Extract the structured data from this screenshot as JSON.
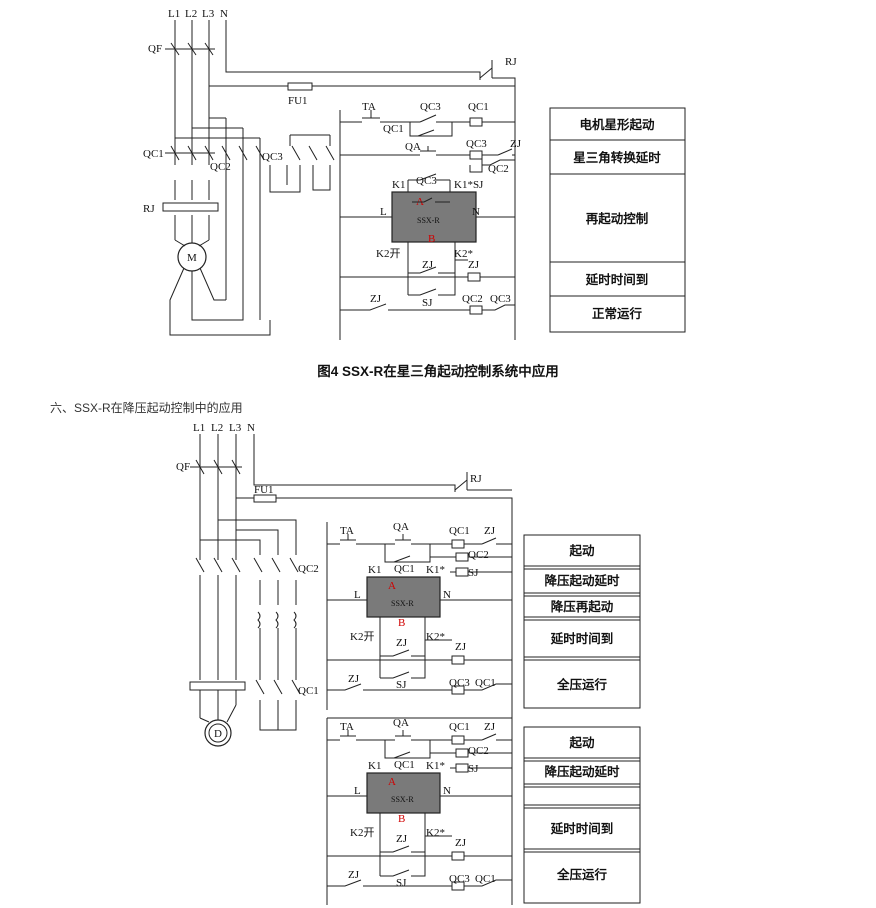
{
  "figure4": {
    "phase_labels": [
      "L1",
      "L2",
      "L3",
      "N"
    ],
    "labels": {
      "qf": "QF",
      "fu1": "FU1",
      "rj": "RJ",
      "ta": "TA",
      "qa": "QA",
      "qc1": "QC1",
      "qc2": "QC2",
      "qc3": "QC3",
      "zj": "ZJ",
      "sj": "SJ",
      "k1": "K1",
      "k1star": "K1*",
      "k1star_sj": "K1*SJ",
      "k2open": "K2开",
      "k2star": "K2*",
      "l": "L",
      "n": "N",
      "motor": "M",
      "a": "A",
      "b": "B",
      "device": "SSX-R"
    },
    "table": [
      "电机星形起动",
      "星三角转换延时",
      "再起动控制",
      "延时时间到",
      "正常运行"
    ]
  },
  "caption": "图4  SSX-R在星三角起动控制系统中应用",
  "section_title": "六、SSX-R在降压起动控制中的应用",
  "figure5": {
    "phase_labels": [
      "L1",
      "L2",
      "L3",
      "N"
    ],
    "motor": "D",
    "table1": [
      "起动",
      "降压起动延时",
      "降压再起动",
      "延时时间到",
      "全压运行"
    ],
    "table2": [
      "起动",
      "降压起动延时",
      "",
      "延时时间到",
      "全压运行"
    ]
  }
}
